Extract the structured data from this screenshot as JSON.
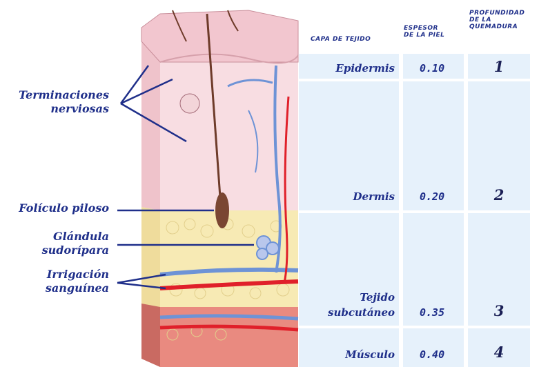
{
  "labels": {
    "nerve_endings": "Terminaciones\nnerviosas",
    "hair_follicle": "Folículo piloso",
    "sweat_gland": "Glándula\nsudorípara",
    "blood_supply": "Irrigación\nsanguínea"
  },
  "table": {
    "headers": {
      "layer": "CAPA DE TEJIDO",
      "thickness": "ESPESOR\nDE LA PIEL",
      "depth": "PROFUNDIDAD\nDE LA\nQUEMADURA"
    },
    "rows": [
      {
        "layer": "Epidermis",
        "thickness": "0.10",
        "depth": "1"
      },
      {
        "layer": "Dermis",
        "thickness": "0.20",
        "depth": "2"
      },
      {
        "layer": "Tejido\nsubcutáneo",
        "thickness": "0.35",
        "depth": "3"
      },
      {
        "layer": "Músculo",
        "thickness": "0.40",
        "depth": "4"
      }
    ]
  },
  "colors": {
    "label_text": "#1f2f8a",
    "cell_bg": "#e6f1fb",
    "epidermis": "#f2c6cf",
    "dermis": "#f8dde2",
    "fat": "#f7eab4",
    "muscle": "#e98a80",
    "artery": "#e0202a",
    "vein": "#6e93d6",
    "hair": "#6e3b2a"
  }
}
